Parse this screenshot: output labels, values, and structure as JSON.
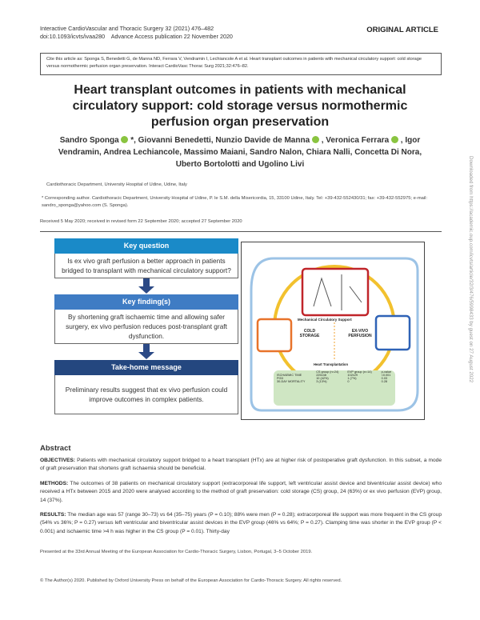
{
  "header": {
    "journal": "Interactive CardioVascular and Thoracic Surgery 32 (2021) 476–482",
    "doi": "doi:10.1093/icvts/ivaa280    Advance Access publication 22 November 2020",
    "section": "ORIGINAL ARTICLE"
  },
  "cite": "Cite this article as: Sponga S, Benedetti G, de Manna ND, Ferrara V, Vendramin I, Lechiancole A et al. Heart transplant outcomes in patients with mechanical circulatory support: cold storage versus normothermic perfusion organ preservation. Interact CardioVasc Thorac Surg 2021;32:476–82.",
  "title": "Heart transplant outcomes in patients with mechanical circulatory support: cold storage versus normothermic perfusion organ preservation",
  "authors": {
    "a1": "Sandro Sponga",
    "a1_mark": " *, ",
    "a2": "Giovanni Benedetti, Nunzio Davide de Manna",
    "a3": " , Veronica Ferrara",
    "a4": " , Igor Vendramin, Andrea Lechiancole, Massimo Maiani, Sandro Nalon, Chiara Nalli, Concetta Di Nora, Uberto Bortolotti and Ugolino Livi"
  },
  "affiliation": "Cardiothoracic Department, University Hospital of Udine, Udine, Italy",
  "corresponding": "* Corresponding author. Cardiothoracic Department, University Hospital of Udine, P. le S.M. della Misericordia, 15, 33100 Udine, Italy. Tel: +39-432-552430/31; fax: +39-432-552975; e-mail: sandro_sponga@yahoo.com (S. Sponga).",
  "received": "Received 5 May 2020; received in revised form 22 September 2020; accepted 27 September 2020",
  "graphical_abstract": {
    "boxes": [
      {
        "heading": "Key question",
        "text": "Is ex vivo graft perfusion a better approach in patients bridged to transplant with mechanical circulatory support?",
        "color": "#1a8ac8"
      },
      {
        "heading": "Key finding(s)",
        "text": "By shortening graft ischaemic time and allowing safer surgery, ex vivo perfusion reduces post-transplant graft dysfunction.",
        "color": "#3f7cc4"
      },
      {
        "heading": "Take-home message",
        "text": "Preliminary results suggest that ex vivo perfusion could improve outcomes in complex patients.",
        "color": "#24477f"
      }
    ],
    "figure": {
      "top_label": "Mechanical Circulatory Support",
      "left_label": "COLD STORAGE",
      "right_label": "EX-VIVO PERFUSION",
      "bottom_label": "Heart Transplantation",
      "table": {
        "headers": [
          "",
          "CS group (n=24)",
          "EVP group (n=14)",
          "p-value"
        ],
        "rows": [
          [
            "ISCHAEMIC TIME",
            "225±48",
            "102±29",
            "<0.001"
          ],
          [
            "PGD",
            "10 (42%)",
            "1 (7%)",
            "0.03"
          ],
          [
            "30-DAY MORTALITY",
            "3 (13%)",
            "0",
            "0.28"
          ]
        ]
      }
    }
  },
  "watermark": "Downloaded from https://academic.oup.com/icvts/article/32/3/476/5998433 by guest on 27 August 2022",
  "abstract": {
    "heading": "Abstract",
    "objectives_label": "OBJECTIVES:",
    "objectives": " Patients with mechanical circulatory support bridged to a heart transplant (HTx) are at higher risk of postoperative graft dysfunction. In this subset, a mode of graft preservation that shortens graft ischaemia should be beneficial.",
    "methods_label": "METHODS:",
    "methods": " The outcomes of 38 patients on mechanical circulatory support (extracorporeal life support, left ventricular assist device and biventricular assist device) who received a HTx between 2015 and 2020 were analysed according to the method of graft preservation: cold storage (CS) group, 24 (63%) or ex vivo perfusion (EVP) group, 14 (37%).",
    "results_label": "RESULTS:",
    "results": " The median age was 57 (range 30–73) vs 64 (35–75) years (P = 0.10); 88% were men (P = 0.28); extracorporeal life support was more frequent in the CS group (54% vs 36%; P = 0.27) versus left ventricular and biventricular assist devices in the EVP group (46% vs 64%; P = 0.27). Clamping time was shorter in the EVP group (P < 0.001) and ischaemic time >4 h was higher in the CS group (P = 0.01). Thirty-day"
  },
  "presented": "Presented at the 33rd Annual Meeting of the European Association for Cardio-Thoracic Surgery, Lisbon, Portugal, 3–5 October 2019.",
  "copyright": "© The Author(s) 2020. Published by Oxford University Press on behalf of the European Association for Cardio-Thoracic Surgery. All rights reserved."
}
